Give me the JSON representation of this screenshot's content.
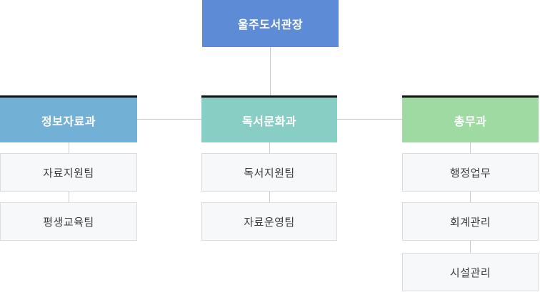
{
  "org_chart": {
    "type": "org-tree",
    "root": {
      "label": "울주도서관장",
      "color": "#5d8bd5"
    },
    "departments": [
      {
        "label": "정보자료과",
        "color": "#72b0d5",
        "teams": [
          "자료지원팀",
          "평생교육팀"
        ]
      },
      {
        "label": "독서문화과",
        "color": "#89cec5",
        "teams": [
          "독서지원팀",
          "자료운영팀"
        ]
      },
      {
        "label": "총무과",
        "color": "#9edaa2",
        "teams": [
          "행정업무",
          "회계관리",
          "시설관리"
        ]
      }
    ],
    "styles": {
      "dept_top_border": "#111111",
      "connector_line": "#cccccc",
      "team_background": "#f7f8fa",
      "team_border": "#dcdcde",
      "team_text": "#3d3d3d",
      "node_text": "#ffffff",
      "page_background": "#ffffff"
    }
  }
}
